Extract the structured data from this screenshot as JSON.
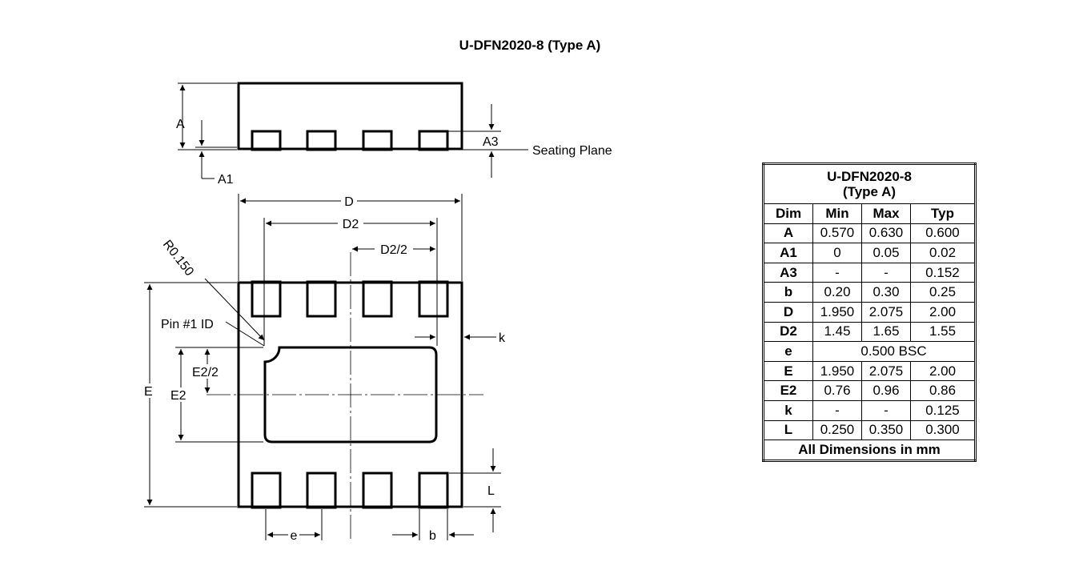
{
  "title": "U-DFN2020-8 (Type A)",
  "labels": {
    "A": "A",
    "A1": "A1",
    "A3": "A3",
    "seating_plane": "Seating Plane",
    "D": "D",
    "D2": "D2",
    "D2_half": "D2/2",
    "radius": "R0.150",
    "pin1": "Pin #1 ID",
    "k": "k",
    "E": "E",
    "E2": "E2",
    "E2_half": "E2/2",
    "L": "L",
    "e": "e",
    "b": "b"
  },
  "table": {
    "caption_line1": "U-DFN2020-8",
    "caption_line2": "(Type A)",
    "headers": [
      "Dim",
      "Min",
      "Max",
      "Typ"
    ],
    "rows": [
      {
        "dim": "A",
        "min": "0.570",
        "max": "0.630",
        "typ": "0.600"
      },
      {
        "dim": "A1",
        "min": "0",
        "max": "0.05",
        "typ": "0.02"
      },
      {
        "dim": "A3",
        "min": "-",
        "max": "-",
        "typ": "0.152"
      },
      {
        "dim": "b",
        "min": "0.20",
        "max": "0.30",
        "typ": "0.25"
      },
      {
        "dim": "D",
        "min": "1.950",
        "max": "2.075",
        "typ": "2.00"
      },
      {
        "dim": "D2",
        "min": "1.45",
        "max": "1.65",
        "typ": "1.55"
      },
      {
        "dim": "e",
        "span": "0.500 BSC"
      },
      {
        "dim": "E",
        "min": "1.950",
        "max": "2.075",
        "typ": "2.00"
      },
      {
        "dim": "E2",
        "min": "0.76",
        "max": "0.96",
        "typ": "0.86"
      },
      {
        "dim": "k",
        "min": "-",
        "max": "-",
        "typ": "0.125"
      },
      {
        "dim": "L",
        "min": "0.250",
        "max": "0.350",
        "typ": "0.300"
      }
    ],
    "footer": "All Dimensions in mm"
  }
}
